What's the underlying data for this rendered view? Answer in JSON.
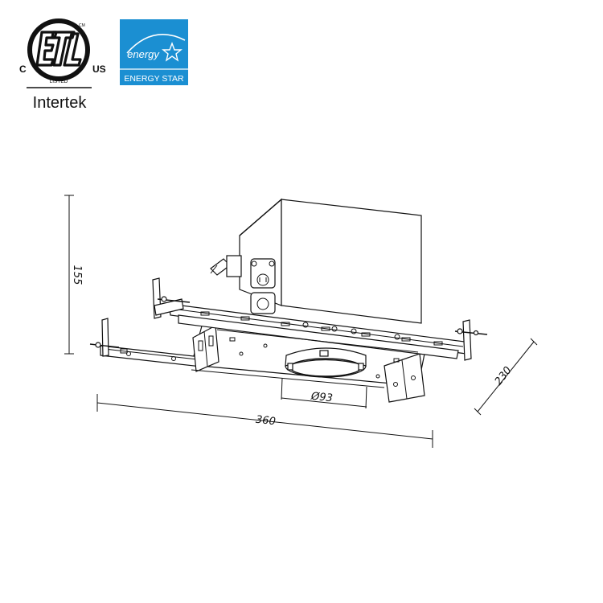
{
  "certifications": {
    "etl": {
      "left_mark": "C",
      "right_mark": "US",
      "bottom_mark": "LISTED",
      "small_mark": "CM",
      "brand": "Intertek"
    },
    "energy_star": {
      "script_word": "energy",
      "label": "ENERGY STAR",
      "color": "#1b8fd2"
    }
  },
  "dimensions": {
    "height": "155",
    "length": "360",
    "depth": "230",
    "aperture": "Ø93"
  },
  "colors": {
    "line": "#111111",
    "background": "#ffffff"
  }
}
